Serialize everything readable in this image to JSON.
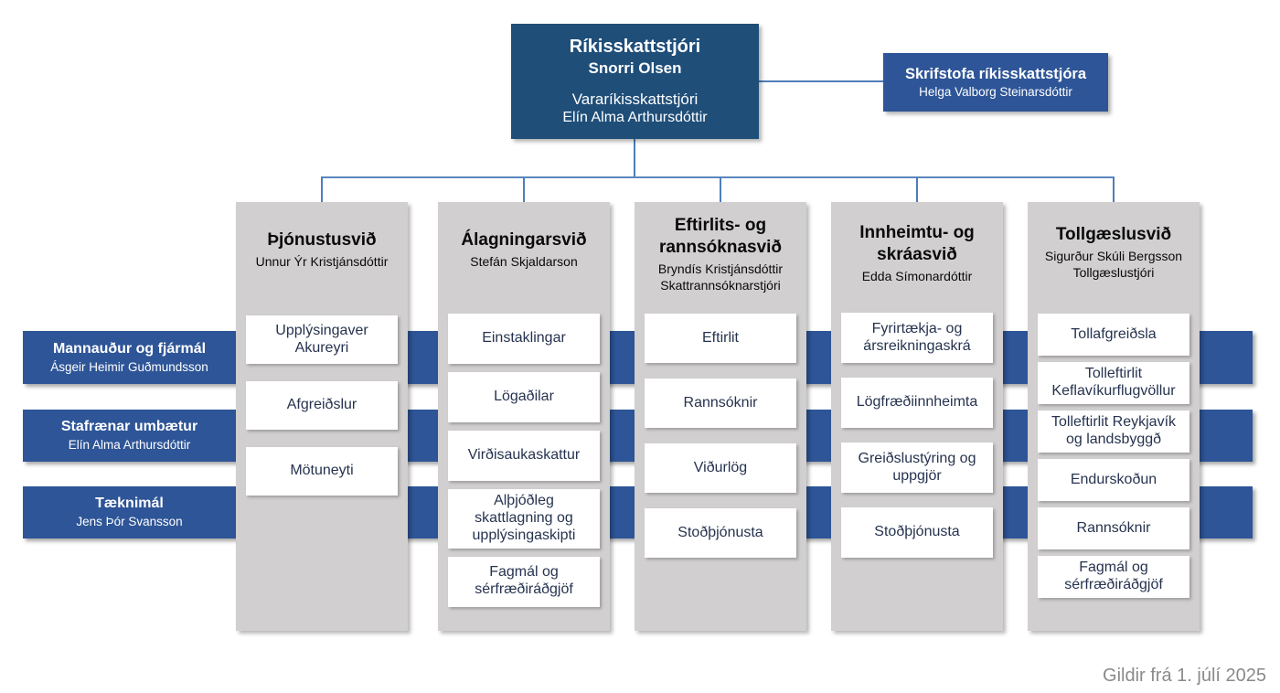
{
  "root": {
    "title": "Ríkisskattstjóri",
    "director": "Snorri Olsen",
    "deputy_title": "Vararíkisskattstjóri",
    "deputy": "Elín Alma Arthursdóttir"
  },
  "office": {
    "title": "Skrifstofa ríkisskattstjóra",
    "head": "Helga Valborg Steinarsdóttir"
  },
  "cross_units": [
    {
      "title": "Mannauður og fjármál",
      "head": "Ásgeir Heimir Guðmundsson"
    },
    {
      "title": "Stafrænar umbætur",
      "head": "Elín Alma Arthursdóttir"
    },
    {
      "title": "Tæknimál",
      "head": "Jens Þór Svansson"
    }
  ],
  "divisions": [
    {
      "title": "Þjónustusvið",
      "heads": [
        "Unnur Ýr Kristjánsdóttir"
      ],
      "units": [
        "Upplýsingaver Akureyri",
        "Afgreiðslur",
        "Mötuneyti"
      ]
    },
    {
      "title": "Álagningarsvið",
      "heads": [
        "Stefán Skjaldarson"
      ],
      "units": [
        "Einstaklingar",
        "Lögaðilar",
        "Virðisaukaskattur",
        "Alþjóðleg skattlagning og upplýsingaskipti",
        "Fagmál og sérfræðiráðgjöf"
      ]
    },
    {
      "title": "Eftirlits- og rannsóknasvið",
      "heads": [
        "Bryndís Kristjánsdóttir",
        "Skattrannsóknarstjóri"
      ],
      "units": [
        "Eftirlit",
        "Rannsóknir",
        "Viðurlög",
        "Stoðþjónusta"
      ]
    },
    {
      "title": "Innheimtu- og skráasvið",
      "heads": [
        "Edda Símonardóttir"
      ],
      "units": [
        "Fyrirtækja- og ársreikningaskrá",
        "Lögfræðiinnheimta",
        "Greiðslustýring og uppgjör",
        "Stoðþjónusta"
      ]
    },
    {
      "title": "Tollgæslusvið",
      "heads": [
        "Sigurður Skúli Bergsson",
        "Tollgæslustjóri"
      ],
      "units": [
        "Tollafgreiðsla",
        "Tolleftirlit Keflavíkurflugvöllur",
        "Tolleftirlit Reykjavík og landsbyggð",
        "Endurskoðun",
        "Rannsóknir",
        "Fagmál og sérfræðiráðgjöf"
      ]
    }
  ],
  "footer": {
    "valid_from": "Gildir frá 1. júlí 2025"
  },
  "colors": {
    "root_box": "#1F4E79",
    "accent_blue": "#2E5597",
    "connector_blue": "#4F7DBA",
    "column_gray": "#D1CFCF",
    "unit_text": "#26334F",
    "footer_gray": "#8A8A8A"
  }
}
